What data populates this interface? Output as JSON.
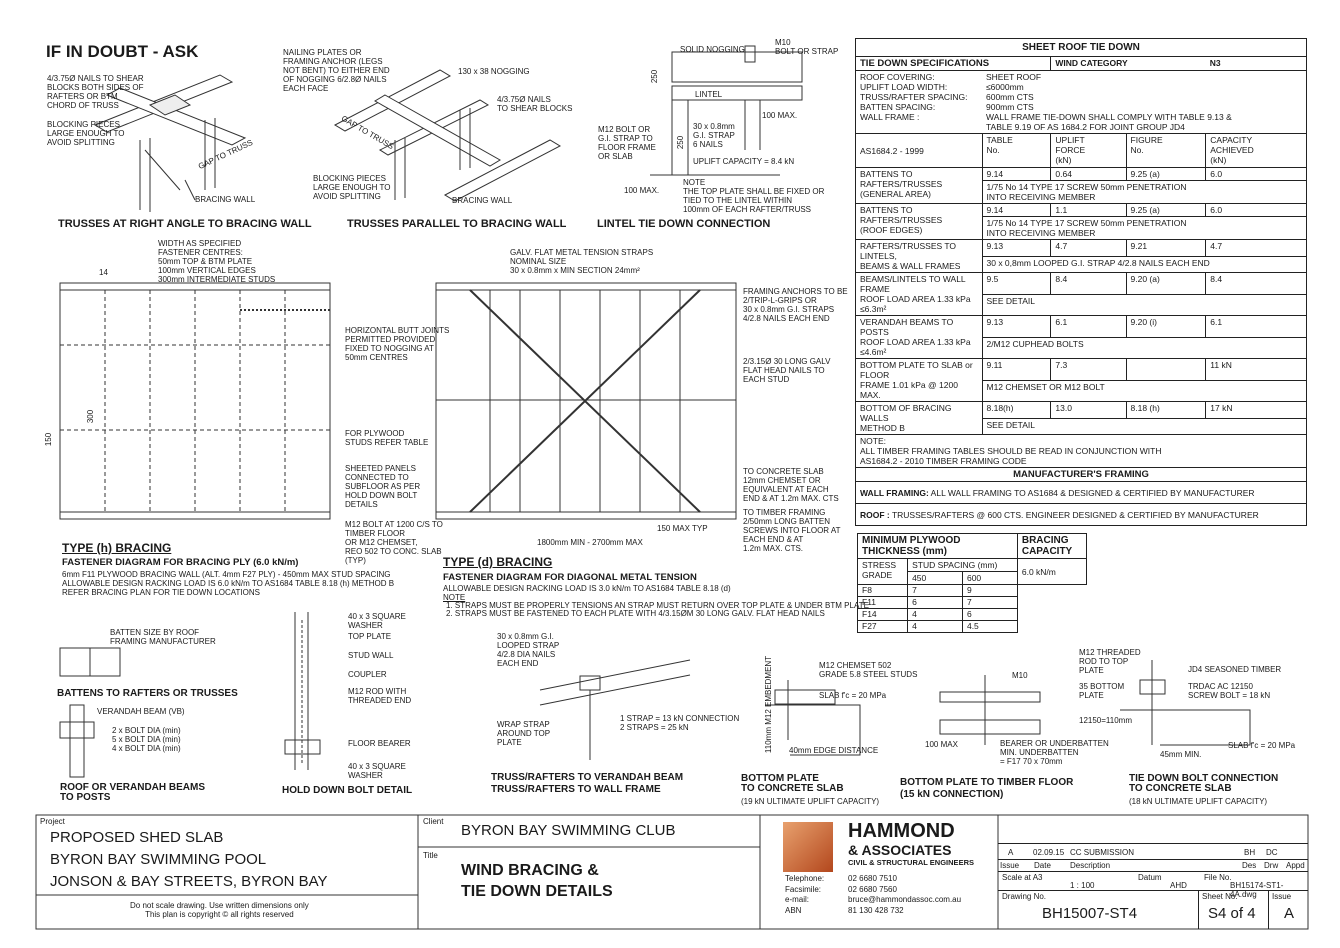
{
  "header": {
    "title": "IF IN DOUBT - ASK"
  },
  "details": {
    "d1": {
      "caption": "TRUSSES AT RIGHT ANGLE TO BRACING WALL",
      "notes": [
        "4/3.75Ø NAILS TO SHEAR\nBLOCKS BOTH SIDES OF\nRAFTERS OR BTM\nCHORD OF TRUSS",
        "BLOCKING PIECES\nLARGE ENOUGH TO\nAVOID SPLITTING",
        "BRACING WALL",
        "GAP TO TRUSS"
      ]
    },
    "d2": {
      "caption": "TRUSSES PARALLEL TO BRACING WALL",
      "notes": [
        "NAILING PLATES OR\nFRAMING ANCHOR (LEGS\nNOT BENT) TO EITHER END\nOF NOGGING 6/2.8Ø NAILS\nEACH FACE",
        "130 x 38 NOGGING",
        "4/3.75Ø NAILS\nTO SHEAR BLOCKS",
        "BLOCKING PIECES\nLARGE ENOUGH TO\nAVOID SPLITTING",
        "BRACING WALL",
        "GAP TO TRUSS"
      ]
    },
    "d3": {
      "caption": "LINTEL TIE DOWN CONNECTION",
      "notes": [
        "SOLID NOGGING",
        "M10\nBOLT OR STRAP",
        "LINTEL",
        "100 MAX.",
        "M12 BOLT OR\nG.I. STRAP TO\nFLOOR FRAME\nOR SLAB",
        "30 x 0.8mm\nG.I. STRAP\n6 NAILS",
        "UPLIFT CAPACITY = 8.4 kN",
        "100 MAX.",
        "NOTE\nTHE TOP PLATE SHALL BE FIXED OR\nTIED TO THE LINTEL WITHIN\n100mm OF EACH RAFTER/TRUSS",
        "250",
        "250"
      ]
    },
    "typeh": {
      "heading": "TYPE (h) BRACING",
      "sub": "FASTENER DIAGRAM FOR BRACING PLY (6.0 kN/m)",
      "text": "6mm F11 PLYWOOD BRACING WALL (ALT. 4mm F27 PLY) - 450mm MAX STUD SPACING\nALLOWABLE DESIGN RACKING LOAD IS 6.0 kN/m TO AS1684 TABLE 8.18 (h) METHOD B\nREFER BRACING PLAN FOR TIE DOWN LOCATIONS",
      "width": "WIDTH AS SPECIFIED",
      "fast": "FASTENER CENTRES:\n50mm TOP & BTM PLATE\n100mm VERTICAL EDGES\n300mm INTERMEDIATE STUDS",
      "notes": [
        "HORIZONTAL BUTT JOINTS\nPERMITTED PROVIDED\nFIXED TO NOGGING AT\n50mm CENTRES",
        "FOR PLYWOOD\nSTUDS REFER TABLE",
        "SHEETED PANELS\nCONNECTED TO\nSUBFLOOR AS PER\nHOLD DOWN BOLT\nDETAILS",
        "M12 BOLT AT 1200 C/S TO\nTIMBER FLOOR\nOR M12 CHEMSET,\nREO 502 TO CONC. SLAB\n(TYP)"
      ],
      "dims": [
        "14",
        "300",
        "150"
      ]
    },
    "typed": {
      "heading": "TYPE (d) BRACING",
      "sub": "FASTENER DIAGRAM FOR DIAGONAL METAL TENSION",
      "text": "ALLOWABLE DESIGN RACKING LOAD IS 3.0 kN/m TO AS1684 TABLE 8.18 (d)",
      "note": "NOTE",
      "n1": "1.       STRAPS MUST BE PROPERLY TENSIONS AN STRAP MUST RETURN OVER TOP PLATE & UNDER BTM PLATE",
      "n2": "2.       STRAPS MUST BE FASTENED TO EACH PLATE WITH 4/3.15ØM 30 LONG GALV. FLAT HEAD NAILS",
      "notes": [
        "GALV. FLAT METAL TENSION STRAPS\nNOMINAL SIZE\n30 x 0.8mm x MIN SECTION 24mm²",
        "FRAMING ANCHORS TO BE\n2/TRIP-L-GRIPS OR\n30 x 0.8mm G.I. STRAPS\n4/2.8 NAILS EACH END",
        "2/3.15Ø 30 LONG GALV\nFLAT HEAD NAILS TO\nEACH STUD",
        "TO CONCRETE SLAB\n12mm CHEMSET OR\nEQUIVALENT AT EACH\nEND & AT 1.2m MAX. CTS",
        "TO TIMBER FRAMING\n2/50mm LONG BATTEN\nSCREWS INTO FLOOR AT\nEACH END & AT\n1.2m MAX. CTS.",
        "150 MAX  TYP",
        "1800mm MIN - 2700mm MAX"
      ]
    },
    "battens": {
      "caption": "BATTENS TO RAFTERS OR TRUSSES",
      "note": "BATTEN SIZE BY ROOF\nFRAMING MANUFACTURER"
    },
    "roofbeams": {
      "caption": "ROOF OR VERANDAH BEAMS\nTO POSTS",
      "note": "VERANDAH BEAM (VB)",
      "bolts": "2 x BOLT DIA (min)\n5 x BOLT DIA (min)\n4 x BOLT DIA (min)"
    },
    "holddown": {
      "caption": "HOLD DOWN BOLT DETAIL",
      "notes": [
        "40 x 3 SQUARE\nWASHER",
        "TOP PLATE",
        "STUD WALL",
        "COUPLER",
        "M12 ROD WITH\nTHREADED END",
        "FLOOR BEARER",
        "40 x 3 SQUARE\nWASHER"
      ]
    },
    "truss": {
      "caption": "TRUSS/RAFTERS TO VERANDAH BEAM\nTRUSS/RAFTERS TO WALL FRAME",
      "notes": [
        "30 x 0.8mm G.I.\nLOOPED STRAP\n4/2.8 DIA NAILS\nEACH END",
        "WRAP STRAP\nAROUND TOP\nPLATE",
        "1 STRAP = 13 kN CONNECTION\n2 STRAPS = 25 kN"
      ]
    },
    "bpslab": {
      "caption": "BOTTOM PLATE\nTO CONCRETE SLAB",
      "sub": "(19 kN ULTIMATE UPLIFT CAPACITY)",
      "notes": [
        "M12 CHEMSET 502\nGRADE 5.8 STEEL STUDS",
        "SLAB f'c = 20 MPa",
        "40mm EDGE DISTANCE",
        "110mm M12 EMBEDMENT"
      ]
    },
    "bptimber": {
      "caption": "BOTTOM PLATE TO TIMBER FLOOR\n(15 kN CONNECTION)",
      "notes": [
        "M10",
        "100 MAX",
        "BEARER OR UNDERBATTEN\nMIN. UNDERBATTEN\n= F17 70 x 70mm"
      ]
    },
    "tiebolt": {
      "caption": "TIE DOWN BOLT CONNECTION\nTO CONCRETE SLAB",
      "sub": "(18 kN ULTIMATE UPLIFT CAPACITY)",
      "notes": [
        "M12 THREADED\nROD TO TOP\nPLATE",
        "JD4 SEASONED TIMBER",
        "35 BOTTOM\nPLATE",
        "TRDAC AC 12150\nSCREW BOLT = 18 kN",
        "12150=110mm",
        "SLAB f'c = 20 MPa",
        "45mm MIN."
      ]
    }
  },
  "tie_table": {
    "title": "SHEET ROOF TIE DOWN",
    "spec": "TIE DOWN SPECIFICATIONS",
    "wind": "WIND CATEGORY",
    "windval": "N3",
    "params": "ROOF COVERING:\nUPLIFT LOAD WIDTH:\nTRUSS/RAFTER SPACING:\nBATTEN SPACING:\nWALL FRAME :",
    "values": "SHEET ROOF\n≤6000mm\n600mm CTS\n900mm CTS\nWALL FRAME TIE-DOWN SHALL COMPLY WITH TABLE 9.13 &\nTABLE 9.19 OF AS 1684.2  FOR JOINT GROUP JD4",
    "std": "AS1684.2 - 1999",
    "cols": [
      "TABLE\nNo.",
      "UPLIFT\nFORCE\n(kN)",
      "FIGURE\nNo.",
      "CAPACITY\nACHIEVED\n(kN)"
    ],
    "rows": [
      {
        "label": "BATTENS TO RAFTERS/TRUSSES\n(GENERAL AREA)",
        "t": "9.14",
        "u": "0.64",
        "f": "9.25 (a)",
        "c": "6.0",
        "note": "1/75 No 14 TYPE 17 SCREW 50mm PENETRATION\nINTO RECEIVING MEMBER"
      },
      {
        "label": "BATTENS TO RAFTERS/TRUSSES\n(ROOF EDGES)",
        "t": "9.14",
        "u": "1.1",
        "f": "9.25 (a)",
        "c": "6.0",
        "note": "1/75 No 14 TYPE 17 SCREW 50mm PENETRATION\nINTO RECEIVING MEMBER"
      },
      {
        "label": "RAFTERS/TRUSSES TO LINTELS,\nBEAMS & WALL FRAMES",
        "t": "9.13",
        "u": "4.7",
        "f": "9.21",
        "c": "4.7",
        "note": "30 x 0,8mm LOOPED G.I. STRAP 4/2.8 NAILS EACH END"
      },
      {
        "label": "BEAMS/LINTELS TO WALL FRAME\nROOF LOAD AREA 1.33 kPa\n≤6.3m²",
        "t": "9.5",
        "u": "8.4",
        "f": "9.20 (a)",
        "c": "8.4",
        "note": "SEE DETAIL"
      },
      {
        "label": "VERANDAH BEAMS TO POSTS\nROOF LOAD AREA 1.33 kPa\n≤4.6m²",
        "t": "9.13",
        "u": "6.1",
        "f": "9.20 (i)",
        "c": "6.1",
        "note": "2/M12 CUPHEAD BOLTS"
      },
      {
        "label": "BOTTOM PLATE TO SLAB or FLOOR\nFRAME 1.01 kPa @ 1200 MAX.",
        "t": "9.11",
        "u": "7.3",
        "f": "",
        "c": "11 kN",
        "note": "M12 CHEMSET OR M12 BOLT"
      },
      {
        "label": "BOTTOM OF BRACING WALLS\nMETHOD B",
        "t": "8.18(h)",
        "u": "13.0",
        "f": "8.18 (h)",
        "c": "17 kN",
        "note": "SEE DETAIL"
      }
    ],
    "note": "NOTE:\nALL TIMBER FRAMING TABLES SHOULD BE READ IN CONJUNCTION WITH\nAS1684.2 - 2010 TIMBER FRAMING CODE",
    "mf": "MANUFACTURER'S FRAMING",
    "wall_b": "WALL FRAMING:",
    "wall": " ALL WALL FRAMING TO AS1684 & DESIGNED & CERTIFIED BY MANUFACTURER",
    "roof_b": "ROOF :",
    "roof": " TRUSSES/RAFTERS @ 600 CTS. ENGINEER DESIGNED & CERTIFIED BY MANUFACTURER"
  },
  "ply_table": {
    "h1": "MINIMUM PLYWOOD\nTHICKNESS (mm)",
    "h2": "BRACING\nCAPACITY",
    "grade": "STRESS\nGRADE",
    "stud": "STUD SPACING (mm)",
    "s1": "450",
    "s2": "600",
    "rows": [
      [
        "F8",
        "7",
        "9"
      ],
      [
        "F11",
        "6",
        "7"
      ],
      [
        "F14",
        "4",
        "6"
      ],
      [
        "F27",
        "4",
        "4.5"
      ]
    ],
    "cap": "6.0 kN/m"
  },
  "title_block": {
    "project_label": "Project",
    "project": [
      "PROPOSED SHED SLAB",
      "BYRON BAY SWIMMING POOL",
      "JONSON & BAY STREETS, BYRON BAY"
    ],
    "disclaimer": "Do not scale drawing. Use written dimensions only\nThis plan is copyright © all rights reserved",
    "client_label": "Client",
    "client": "BYRON BAY SWIMMING CLUB",
    "title_label": "Title",
    "title": "WIND BRACING &\nTIE DOWN DETAILS",
    "company": "HAMMOND",
    "company2": "& ASSOCIATES",
    "company3": "CIVIL & STRUCTURAL ENGINEERS",
    "contact_labels": "Telephone:\nFacsimile:\ne-mail:\nABN",
    "contact_values": "02 6680 7510\n02 6680 7560\nbruce@hammondassoc.com.au\n81 130 428 732",
    "rev": "A",
    "date": "02.09.15",
    "desc": "CC SUBMISSION",
    "by": "BH",
    "chk": "DC",
    "h_issue": "Issue",
    "h_date": "Date",
    "h_desc": "Description",
    "h_des": "Des",
    "h_drw": "Drw",
    "h_appd": "Appd",
    "scale_label": "Scale at A3",
    "scale": "1 : 100",
    "datum_label": "Datum",
    "datum": "AHD",
    "file_label": "File No.",
    "file": "BH15174-ST1-4A.dwg",
    "drawing_label": "Drawing No.",
    "drawing": "BH15007-ST4",
    "sheet_label": "Sheet No.",
    "sheet": "S4 of 4",
    "issue_label": "Issue",
    "issue": "A"
  }
}
